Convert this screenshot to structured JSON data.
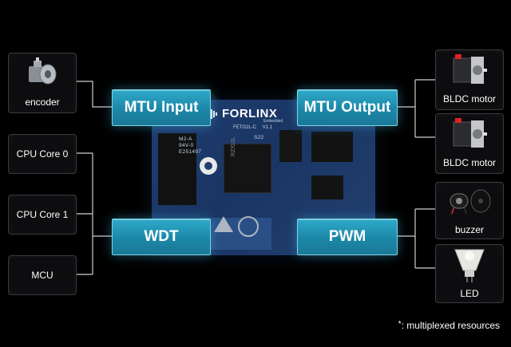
{
  "left_devices": [
    {
      "id": "encoder",
      "label": "encoder",
      "icon": "encoder-icon"
    },
    {
      "id": "cpu0",
      "label": "CPU Core 0"
    },
    {
      "id": "cpu1",
      "label": "CPU Core 1"
    },
    {
      "id": "mcu",
      "label": "MCU"
    }
  ],
  "right_devices": [
    {
      "id": "bldc1",
      "label": "BLDC motor",
      "icon": "bldc-motor-icon"
    },
    {
      "id": "bldc2",
      "label": "BLDC motor",
      "icon": "bldc-motor-icon"
    },
    {
      "id": "buzzer",
      "label": "buzzer",
      "icon": "buzzer-icon"
    },
    {
      "id": "led",
      "label": "LED",
      "icon": "led-bulb-icon"
    }
  ],
  "functions": {
    "mtu_input": "MTU Input",
    "mtu_output": "MTU Output",
    "wdt": "WDT",
    "pwm": "PWM"
  },
  "board": {
    "brand": "FORLINX",
    "brand_sub": "Embedded",
    "model": "FETG2L-C",
    "version": "V1.1",
    "silk_1": "M2-A",
    "silk_2": "94V-0",
    "silk_3": "E251497",
    "silk_4": "S22"
  },
  "footnote": {
    "star": "*",
    "text": ":  multiplexed resources"
  },
  "colors": {
    "background": "#000000",
    "function_box": "#1f8fb0",
    "function_border": "#7fd4e6",
    "board": "#1f3e72",
    "connector": "#d0d0d0"
  }
}
